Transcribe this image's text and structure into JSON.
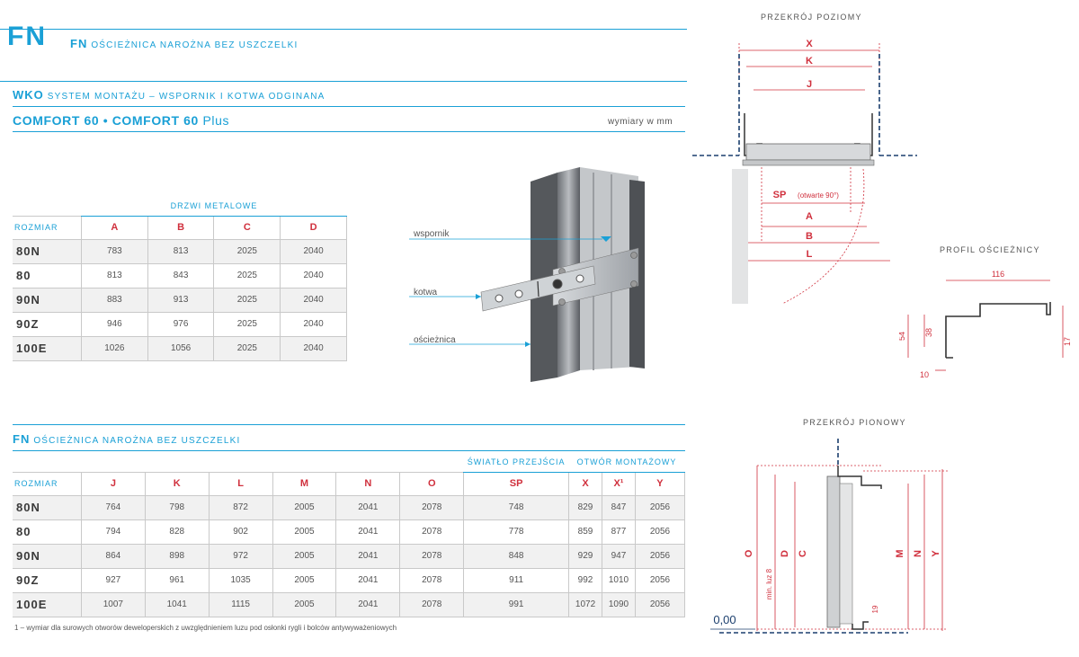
{
  "header": {
    "logo": "FN",
    "fn_code": "FN",
    "fn_title": "OŚCIEŻNICA NAROŻNA BEZ USZCZELKI",
    "wko_code": "WKO",
    "wko_title": "SYSTEM MONTAŻU – WSPORNIK I KOTWA ODGINANA",
    "comfort_main": "COMFORT 60 • COMFORT 60",
    "comfort_plus": "Plus",
    "units": "wymiary w mm"
  },
  "table1": {
    "caption": "DRZWI METALOWE",
    "size_header": "ROZMIAR",
    "columns": [
      "A",
      "B",
      "C",
      "D"
    ],
    "rows": [
      {
        "size": "80N",
        "values": [
          "783",
          "813",
          "2025",
          "2040"
        ]
      },
      {
        "size": "80",
        "values": [
          "813",
          "843",
          "2025",
          "2040"
        ]
      },
      {
        "size": "90N",
        "values": [
          "883",
          "913",
          "2025",
          "2040"
        ]
      },
      {
        "size": "90Z",
        "values": [
          "946",
          "976",
          "2025",
          "2040"
        ]
      },
      {
        "size": "100E",
        "values": [
          "1026",
          "1056",
          "2025",
          "2040"
        ]
      }
    ]
  },
  "photo": {
    "wspornik": "wspornik",
    "kotwa": "kotwa",
    "oscieznica": "ościeżnica"
  },
  "table2": {
    "fn_code": "FN",
    "fn_title": "OŚCIEŻNICA NAROŻNA BEZ USZCZELKI",
    "group_sp": "ŚWIATŁO PRZEJŚCIA",
    "group_otwor": "OTWÓR MONTAŻOWY",
    "size_header": "ROZMIAR",
    "columns": [
      "J",
      "K",
      "L",
      "M",
      "N",
      "O",
      "SP",
      "X",
      "X¹",
      "Y"
    ],
    "rows": [
      {
        "size": "80N",
        "values": [
          "764",
          "798",
          "872",
          "2005",
          "2041",
          "2078",
          "748",
          "829",
          "847",
          "2056"
        ]
      },
      {
        "size": "80",
        "values": [
          "794",
          "828",
          "902",
          "2005",
          "2041",
          "2078",
          "778",
          "859",
          "877",
          "2056"
        ]
      },
      {
        "size": "90N",
        "values": [
          "864",
          "898",
          "972",
          "2005",
          "2041",
          "2078",
          "848",
          "929",
          "947",
          "2056"
        ]
      },
      {
        "size": "90Z",
        "values": [
          "927",
          "961",
          "1035",
          "2005",
          "2041",
          "2078",
          "911",
          "992",
          "1010",
          "2056"
        ]
      },
      {
        "size": "100E",
        "values": [
          "1007",
          "1041",
          "1115",
          "2005",
          "2041",
          "2078",
          "991",
          "1072",
          "1090",
          "2056"
        ]
      }
    ],
    "footnote": "1 – wymiar dla surowych otworów deweloperskich z uwzględnieniem luzu pod osłonki rygli i bolców antywyważeniowych"
  },
  "poziomy": {
    "title": "PRZEKRÓJ POZIOMY",
    "x": "X",
    "k": "K",
    "j": "J",
    "sp": "SP",
    "sp_note": "(otwarte 90°)",
    "a": "A",
    "b": "B",
    "l": "L"
  },
  "profil": {
    "title": "PROFIL OŚCIEŻNICY",
    "d116": "116",
    "d54": "54",
    "d38": "38",
    "d17": "17",
    "d10": "10"
  },
  "pionowy": {
    "title": "PRZEKRÓJ PIONOWY",
    "o": "O",
    "d": "D",
    "c": "C",
    "m": "M",
    "n": "N",
    "y": "Y",
    "minluz": "min. luz 8",
    "d19": "19",
    "zero": "0,00"
  },
  "colors": {
    "accent": "#1aa0d6",
    "dimension_red": "#d0303d",
    "navy_dash": "#1c3f6e"
  }
}
